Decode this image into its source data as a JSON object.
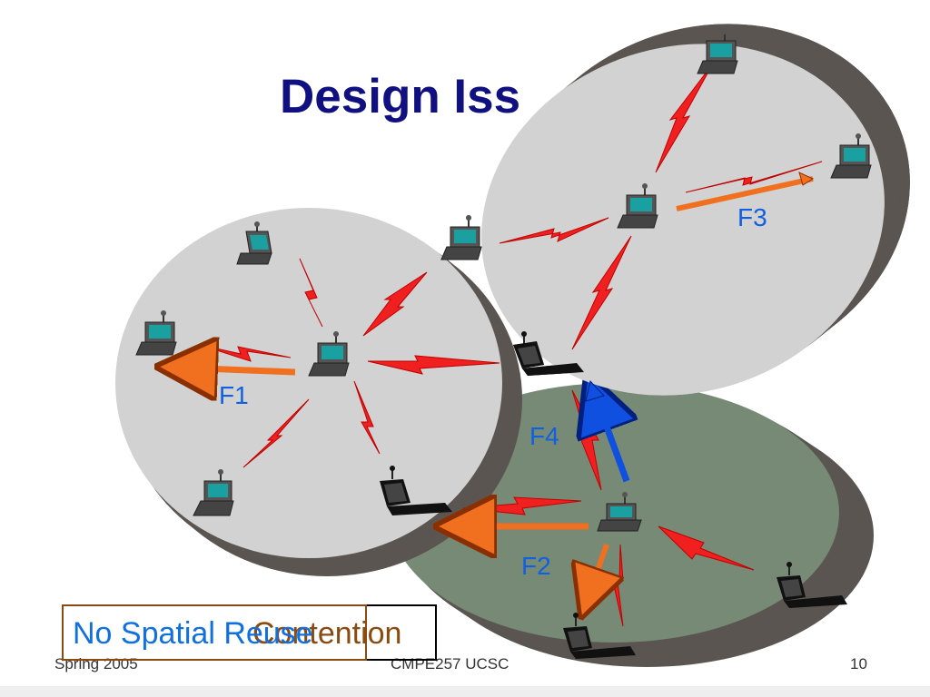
{
  "slide": {
    "title": "Design Iss",
    "flow_labels": {
      "f1": "F1",
      "f2": "F2",
      "f3": "F3",
      "f4": "F4"
    },
    "box_contention": "Contention",
    "box_reuse": "No Spatial Reuse",
    "footer_left": "Spring 2005",
    "footer_center": "CMPE257   UCSC",
    "page_number": "10"
  },
  "colors": {
    "title": "#101080",
    "cell_gray": "#d2d2d2",
    "cell_green": "#768a76",
    "cell_shadow": "#5a5550",
    "wireless_link": "#e81010",
    "flow_arrow": "#f07020",
    "f4_arrow": "#1040d0",
    "label_blue": "#1060e0"
  },
  "icons": [
    "laptop-icon",
    "antenna-icon",
    "lightning-link-icon",
    "arrow-icon"
  ]
}
